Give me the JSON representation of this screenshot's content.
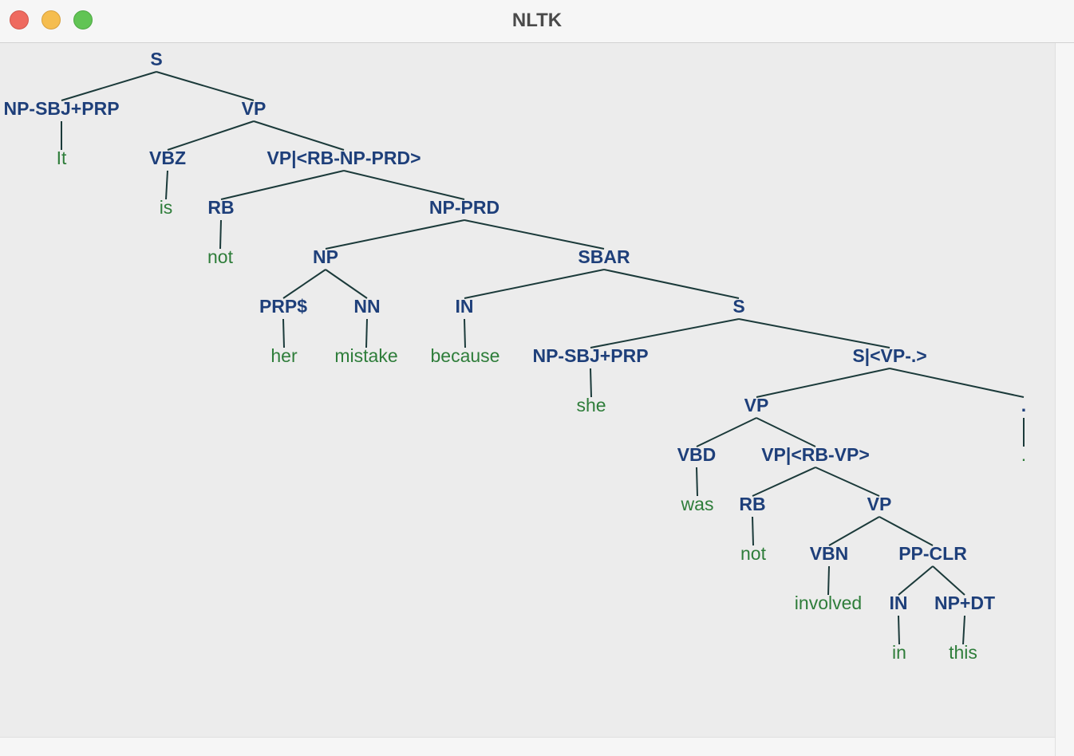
{
  "window": {
    "title": "NLTK"
  },
  "tree": {
    "nodes": [
      {
        "id": "n_s",
        "label": "S",
        "kind": "nonterminal",
        "name": "node-s"
      },
      {
        "id": "n_npsbj1",
        "label": "NP-SBJ+PRP",
        "kind": "nonterminal",
        "name": "node-np-sbj-prp"
      },
      {
        "id": "w_it",
        "label": "It",
        "kind": "leaf",
        "name": "leaf-it"
      },
      {
        "id": "n_vp1",
        "label": "VP",
        "kind": "nonterminal",
        "name": "node-vp"
      },
      {
        "id": "n_vbz",
        "label": "VBZ",
        "kind": "nonterminal",
        "name": "node-vbz"
      },
      {
        "id": "w_is",
        "label": "is",
        "kind": "leaf",
        "name": "leaf-is"
      },
      {
        "id": "n_vpbar1",
        "label": "VP|<RB-NP-PRD>",
        "kind": "nonterminal",
        "name": "node-vp-rb-np-prd"
      },
      {
        "id": "n_rb1",
        "label": "RB",
        "kind": "nonterminal",
        "name": "node-rb"
      },
      {
        "id": "w_not1",
        "label": "not",
        "kind": "leaf",
        "name": "leaf-not"
      },
      {
        "id": "n_npprd",
        "label": "NP-PRD",
        "kind": "nonterminal",
        "name": "node-np-prd"
      },
      {
        "id": "n_np",
        "label": "NP",
        "kind": "nonterminal",
        "name": "node-np"
      },
      {
        "id": "n_prp",
        "label": "PRP$",
        "kind": "nonterminal",
        "name": "node-prp-dollar"
      },
      {
        "id": "w_her",
        "label": "her",
        "kind": "leaf",
        "name": "leaf-her"
      },
      {
        "id": "n_nn",
        "label": "NN",
        "kind": "nonterminal",
        "name": "node-nn"
      },
      {
        "id": "w_mistake",
        "label": "mistake",
        "kind": "leaf",
        "name": "leaf-mistake"
      },
      {
        "id": "n_sbar",
        "label": "SBAR",
        "kind": "nonterminal",
        "name": "node-sbar"
      },
      {
        "id": "n_in1",
        "label": "IN",
        "kind": "nonterminal",
        "name": "node-in"
      },
      {
        "id": "w_because",
        "label": "because",
        "kind": "leaf",
        "name": "leaf-because"
      },
      {
        "id": "n_s2",
        "label": "S",
        "kind": "nonterminal",
        "name": "node-s-inner"
      },
      {
        "id": "n_npsbj2",
        "label": "NP-SBJ+PRP",
        "kind": "nonterminal",
        "name": "node-np-sbj-prp-inner"
      },
      {
        "id": "w_she",
        "label": "she",
        "kind": "leaf",
        "name": "leaf-she"
      },
      {
        "id": "n_sbarvp",
        "label": "S|<VP-.>",
        "kind": "nonterminal",
        "name": "node-s-vp-period"
      },
      {
        "id": "n_vp2",
        "label": "VP",
        "kind": "nonterminal",
        "name": "node-vp-inner"
      },
      {
        "id": "n_vbd",
        "label": "VBD",
        "kind": "nonterminal",
        "name": "node-vbd"
      },
      {
        "id": "w_was",
        "label": "was",
        "kind": "leaf",
        "name": "leaf-was"
      },
      {
        "id": "n_vpbar2",
        "label": "VP|<RB-VP>",
        "kind": "nonterminal",
        "name": "node-vp-rb-vp"
      },
      {
        "id": "n_rb2",
        "label": "RB",
        "kind": "nonterminal",
        "name": "node-rb-inner"
      },
      {
        "id": "w_not2",
        "label": "not",
        "kind": "leaf",
        "name": "leaf-not-inner"
      },
      {
        "id": "n_vp3",
        "label": "VP",
        "kind": "nonterminal",
        "name": "node-vp-deep"
      },
      {
        "id": "n_vbn",
        "label": "VBN",
        "kind": "nonterminal",
        "name": "node-vbn"
      },
      {
        "id": "w_involved",
        "label": "involved",
        "kind": "leaf",
        "name": "leaf-involved"
      },
      {
        "id": "n_ppclr",
        "label": "PP-CLR",
        "kind": "nonterminal",
        "name": "node-pp-clr"
      },
      {
        "id": "n_in2",
        "label": "IN",
        "kind": "nonterminal",
        "name": "node-in-inner"
      },
      {
        "id": "w_in",
        "label": "in",
        "kind": "leaf",
        "name": "leaf-in"
      },
      {
        "id": "n_npdt",
        "label": "NP+DT",
        "kind": "nonterminal",
        "name": "node-np-dt"
      },
      {
        "id": "w_this",
        "label": "this",
        "kind": "leaf",
        "name": "leaf-this"
      },
      {
        "id": "n_period",
        "label": ".",
        "kind": "nonterminal",
        "name": "node-period"
      },
      {
        "id": "w_period",
        "label": ".",
        "kind": "leaf",
        "name": "leaf-period"
      }
    ],
    "edges": [
      [
        "n_s",
        "n_npsbj1"
      ],
      [
        "n_s",
        "n_vp1"
      ],
      [
        "n_npsbj1",
        "w_it"
      ],
      [
        "n_vp1",
        "n_vbz"
      ],
      [
        "n_vp1",
        "n_vpbar1"
      ],
      [
        "n_vbz",
        "w_is"
      ],
      [
        "n_vpbar1",
        "n_rb1"
      ],
      [
        "n_vpbar1",
        "n_npprd"
      ],
      [
        "n_rb1",
        "w_not1"
      ],
      [
        "n_npprd",
        "n_np"
      ],
      [
        "n_npprd",
        "n_sbar"
      ],
      [
        "n_np",
        "n_prp"
      ],
      [
        "n_np",
        "n_nn"
      ],
      [
        "n_prp",
        "w_her"
      ],
      [
        "n_nn",
        "w_mistake"
      ],
      [
        "n_sbar",
        "n_in1"
      ],
      [
        "n_sbar",
        "n_s2"
      ],
      [
        "n_in1",
        "w_because"
      ],
      [
        "n_s2",
        "n_npsbj2"
      ],
      [
        "n_s2",
        "n_sbarvp"
      ],
      [
        "n_npsbj2",
        "w_she"
      ],
      [
        "n_sbarvp",
        "n_vp2"
      ],
      [
        "n_sbarvp",
        "n_period"
      ],
      [
        "n_vp2",
        "n_vbd"
      ],
      [
        "n_vp2",
        "n_vpbar2"
      ],
      [
        "n_vbd",
        "w_was"
      ],
      [
        "n_vpbar2",
        "n_rb2"
      ],
      [
        "n_vpbar2",
        "n_vp3"
      ],
      [
        "n_rb2",
        "w_not2"
      ],
      [
        "n_vp3",
        "n_vbn"
      ],
      [
        "n_vp3",
        "n_ppclr"
      ],
      [
        "n_vbn",
        "w_involved"
      ],
      [
        "n_ppclr",
        "n_in2"
      ],
      [
        "n_ppclr",
        "n_npdt"
      ],
      [
        "n_in2",
        "w_in"
      ],
      [
        "n_npdt",
        "w_this"
      ],
      [
        "n_period",
        "w_period"
      ]
    ]
  },
  "colors": {
    "nonterminal": "#1e3f7a",
    "leaf": "#2e7d3a",
    "edge": "#1b3a3a"
  }
}
